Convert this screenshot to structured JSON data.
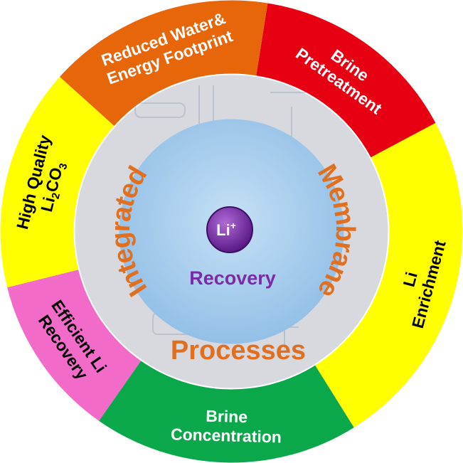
{
  "segments": [
    {
      "id": "brine-pretreatment",
      "lines": [
        "Brine",
        "Pretreatment"
      ],
      "color": "#e60012",
      "text_color": "#ffffff"
    },
    {
      "id": "li-enrichment",
      "lines": [
        "Li",
        "Enrichment"
      ],
      "color": "#ffff00",
      "text_color": "#000000"
    },
    {
      "id": "brine-concentration",
      "lines": [
        "Brine",
        "Concentration"
      ],
      "color": "#0aa84a",
      "text_color": "#ffffff"
    },
    {
      "id": "efficient-li-recovery",
      "lines": [
        "Efficient Li",
        "Recovery"
      ],
      "color": "#f26bc9",
      "text_color": "#000000"
    },
    {
      "id": "high-quality-li2co3",
      "lines": [
        "High Quality",
        "Li2CO3"
      ],
      "color": "#ffff00",
      "text_color": "#000000"
    },
    {
      "id": "reduced-water-energy",
      "lines": [
        "Reduced Water&",
        "Energy Footprint"
      ],
      "color": "#e8660a",
      "text_color": "#ffffff"
    }
  ],
  "ring": {
    "words": {
      "left": "Integrated",
      "right": "Membrane",
      "bottom": "Processes"
    },
    "color": "#e07020",
    "band_color": "#d9dbe0"
  },
  "center": {
    "badge": "Li+",
    "badge_main": "Li",
    "badge_sup": "+",
    "word": "Recovery",
    "fill": "#a9cdea",
    "badge_color": "#7b2fa8"
  }
}
